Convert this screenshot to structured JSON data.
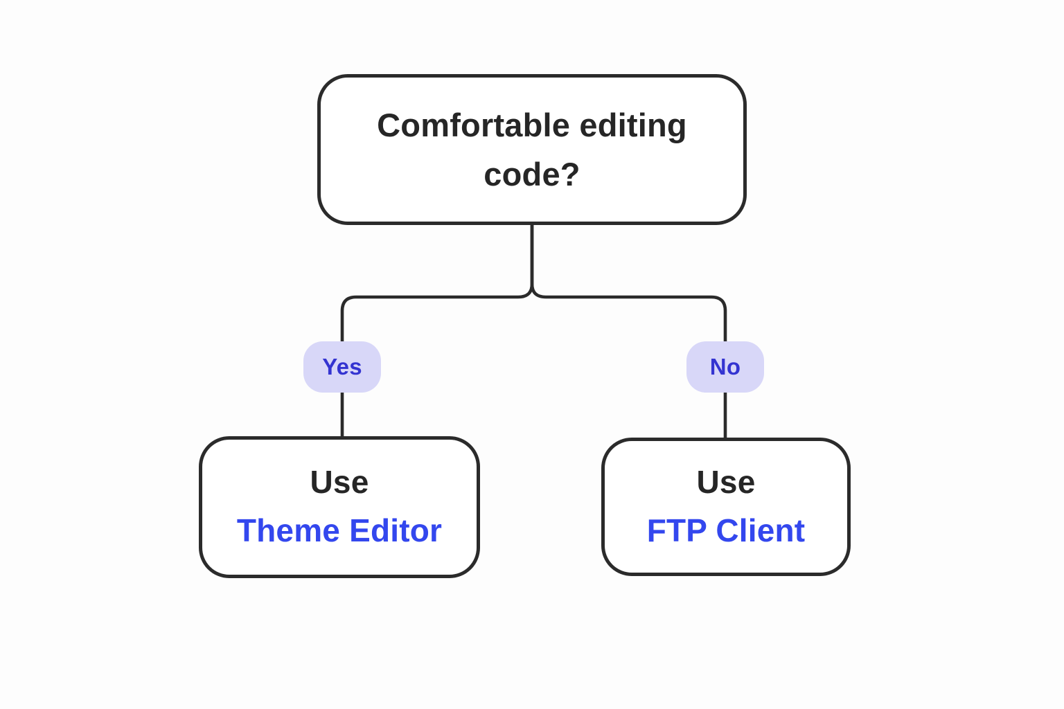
{
  "diagram": {
    "type": "decision-flowchart",
    "nodes": {
      "decision": {
        "label": "Comfortable editing code?"
      },
      "result_yes": {
        "line1": "Use",
        "line2": "Theme Editor"
      },
      "result_no": {
        "line1": "Use",
        "line2": "FTP Client"
      }
    },
    "branches": {
      "yes": {
        "label": "Yes"
      },
      "no": {
        "label": "No"
      }
    },
    "edges": [
      {
        "from": "decision",
        "to": "result_yes",
        "label": "Yes"
      },
      {
        "from": "decision",
        "to": "result_no",
        "label": "No"
      }
    ],
    "colors": {
      "line": "#2b2b2b",
      "text": "#262626",
      "accent": "#3347ee",
      "pill_bg": "#d8d7f8",
      "pill_text": "#3434d1",
      "background": "#fdfdfd"
    }
  }
}
